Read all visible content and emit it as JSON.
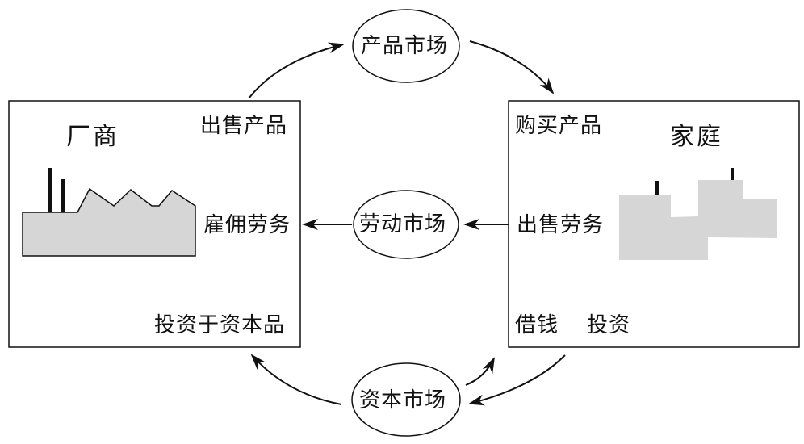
{
  "diagram": {
    "type": "circular-flow",
    "firm": {
      "title": "厂商",
      "sell_products": "出售产品",
      "hire_labor": "雇佣劳务",
      "invest_capital_goods": "投资于资本品",
      "icon": "factory-icon"
    },
    "household": {
      "title": "家庭",
      "buy_products": "购买产品",
      "sell_labor": "出售劳务",
      "borrow": "借钱",
      "invest": "投资",
      "icon": "houses-icon"
    },
    "markets": {
      "product": "产品市场",
      "labor": "劳动市场",
      "capital": "资本市场"
    },
    "flows": [
      {
        "from": "厂商",
        "to": "产品市场"
      },
      {
        "from": "产品市场",
        "to": "家庭"
      },
      {
        "from": "家庭",
        "to": "劳动市场"
      },
      {
        "from": "劳动市场",
        "to": "厂商"
      },
      {
        "from": "家庭",
        "to": "资本市场"
      },
      {
        "from": "资本市场",
        "to": "家庭"
      },
      {
        "from": "资本市场",
        "to": "厂商"
      }
    ],
    "colors": {
      "stroke": "#111111",
      "fill_gray": "#d6d6d6"
    }
  }
}
